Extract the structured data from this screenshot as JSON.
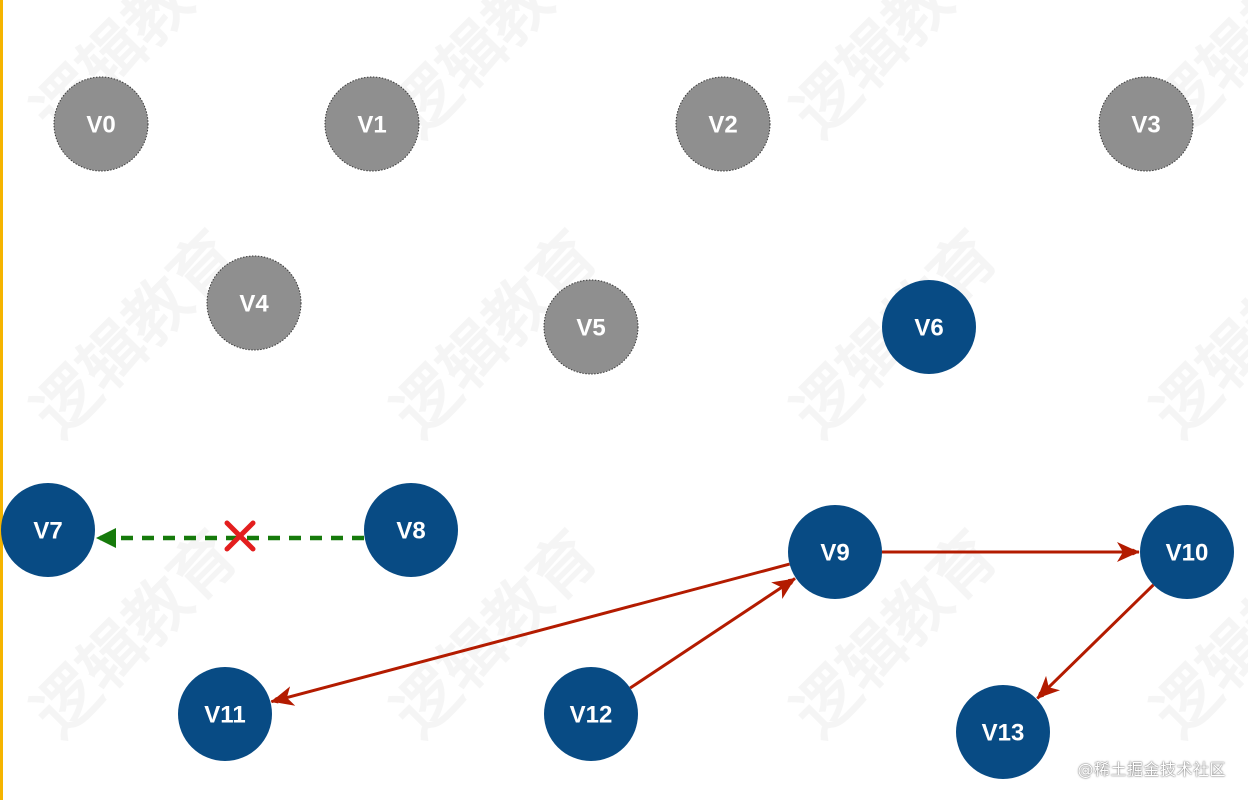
{
  "diagram": {
    "colors": {
      "inactive_node": "#8f8f8f",
      "active_node": "#084b84",
      "directed_edge": "#b31b00",
      "blocked_edge": "#167a0b",
      "blocked_mark": "#e31e1e",
      "side_border": "#f5b400"
    },
    "nodes": [
      {
        "id": "V0",
        "label": "V0",
        "state": "inactive"
      },
      {
        "id": "V1",
        "label": "V1",
        "state": "inactive"
      },
      {
        "id": "V2",
        "label": "V2",
        "state": "inactive"
      },
      {
        "id": "V3",
        "label": "V3",
        "state": "inactive"
      },
      {
        "id": "V4",
        "label": "V4",
        "state": "inactive"
      },
      {
        "id": "V5",
        "label": "V5",
        "state": "inactive"
      },
      {
        "id": "V6",
        "label": "V6",
        "state": "active"
      },
      {
        "id": "V7",
        "label": "V7",
        "state": "active"
      },
      {
        "id": "V8",
        "label": "V8",
        "state": "active"
      },
      {
        "id": "V9",
        "label": "V9",
        "state": "active"
      },
      {
        "id": "V10",
        "label": "V10",
        "state": "active"
      },
      {
        "id": "V11",
        "label": "V11",
        "state": "active"
      },
      {
        "id": "V12",
        "label": "V12",
        "state": "active"
      },
      {
        "id": "V13",
        "label": "V13",
        "state": "active"
      }
    ],
    "edges": [
      {
        "from": "V9",
        "to": "V10",
        "kind": "directed"
      },
      {
        "from": "V9",
        "to": "V11",
        "kind": "directed"
      },
      {
        "from": "V12",
        "to": "V9",
        "kind": "directed"
      },
      {
        "from": "V10",
        "to": "V13",
        "kind": "directed"
      },
      {
        "from": "V8",
        "to": "V7",
        "kind": "blocked",
        "mark": "cross-icon"
      }
    ]
  },
  "watermark": {
    "text": "逻辑教育"
  },
  "credit": {
    "text": "@稀土掘金技术社区"
  }
}
